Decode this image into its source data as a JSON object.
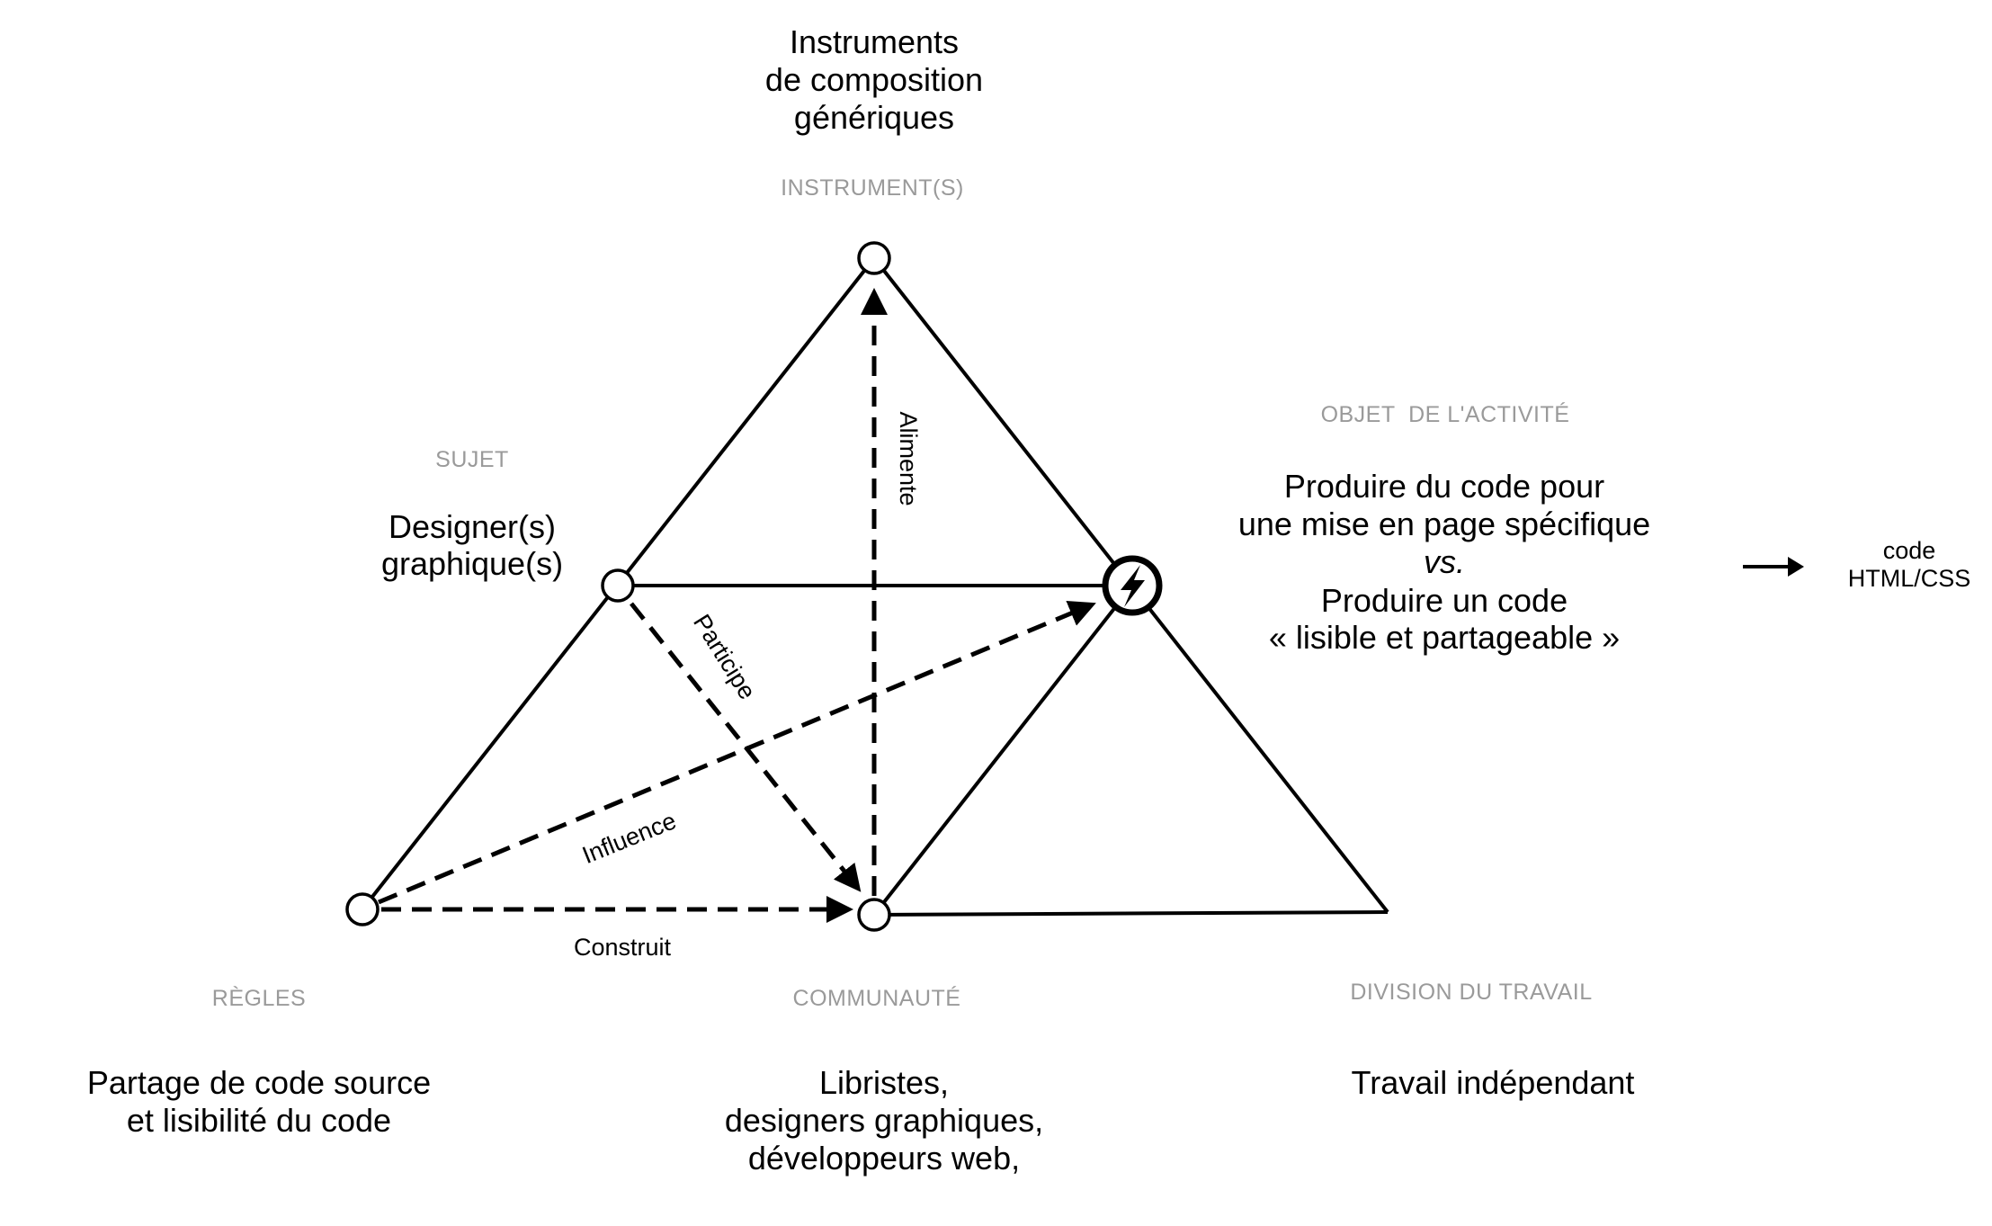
{
  "instrument": {
    "caption": "INSTRUMENT(S)",
    "lines": [
      "Instruments",
      "de composition",
      "génériques"
    ]
  },
  "subject": {
    "caption": "SUJET",
    "lines": [
      "Designer(s)",
      "graphique(s)"
    ]
  },
  "object": {
    "caption": "OBJET  DE L'ACTIVITÉ",
    "lines": [
      "Produire du code pour",
      "une mise en page spécifique",
      "vs.",
      "Produire un code",
      "« lisible et partageable »"
    ]
  },
  "outcome": {
    "lines": [
      "code",
      "HTML/CSS"
    ]
  },
  "rules": {
    "caption": "RÈGLES",
    "lines": [
      "Partage de code source",
      "et lisibilité du code"
    ]
  },
  "community": {
    "caption": "COMMUNAUTÉ",
    "lines": [
      "Libristes,",
      "designers graphiques,",
      "développeurs web,"
    ]
  },
  "division": {
    "caption": "DIVISION DU TRAVAIL",
    "lines": [
      "Travail indépendant"
    ]
  },
  "relations": {
    "alimente": "Alimente",
    "participe": "Participe",
    "influence": "Influence",
    "construit": "Construit"
  },
  "icons": {
    "object_node": "lightning-icon",
    "outcome_arrow": "arrow-right-icon"
  }
}
